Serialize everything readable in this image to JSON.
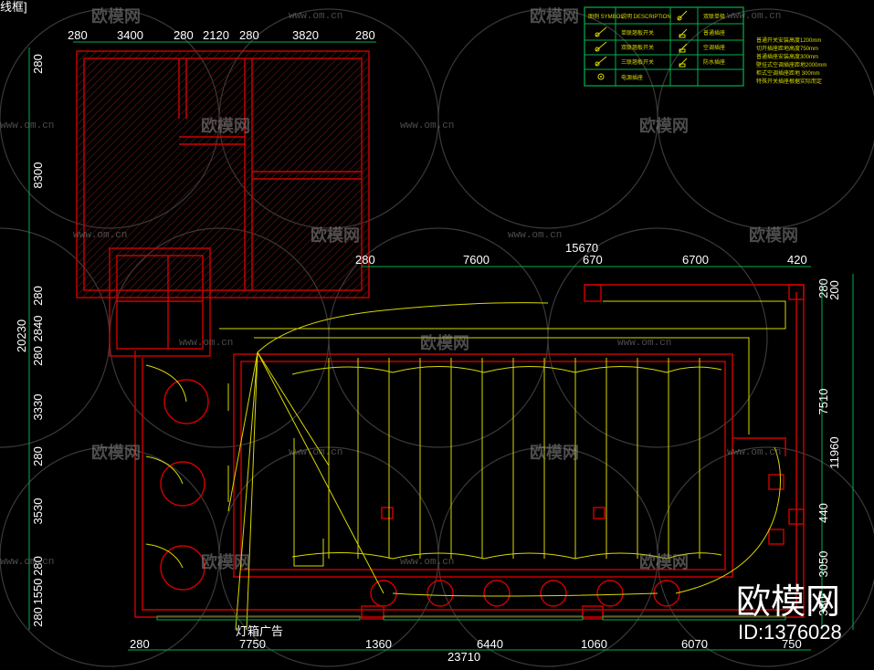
{
  "frame_label": "线框]",
  "dims_top_left": [
    "280",
    "3400",
    "280",
    "2120",
    "280",
    "3820",
    "280"
  ],
  "dims_right_upper": {
    "total": "15670",
    "parts": [
      "280",
      "7600",
      "670",
      "6700",
      "420"
    ]
  },
  "dims_left": {
    "total": "20230",
    "parts": [
      "280",
      "8300",
      "280",
      "2840",
      "280",
      "3330",
      "280",
      "3530",
      "280",
      "1550",
      "280"
    ]
  },
  "dims_right_side": {
    "total": "11960",
    "parts": [
      "280",
      "200",
      "7510",
      "440",
      "3050",
      "380"
    ]
  },
  "dims_bottom": {
    "total": "23710",
    "parts": [
      "280",
      "7750",
      "1360",
      "6440",
      "1060",
      "6070",
      "750"
    ]
  },
  "legend": {
    "header_symbol": "图例 SYMBOL",
    "header_desc": "说明 DESCRIPTION",
    "rows": [
      {
        "left": "单联翘板开关",
        "right": "双联单极"
      },
      {
        "left": "双联翘板开关",
        "right": "普通插座"
      },
      {
        "left": "三联翘板开关",
        "right": "空调插座"
      },
      {
        "left": "电源插座",
        "right": "防水插座"
      }
    ]
  },
  "notes": [
    "普通开关安装高度1200mm",
    "切开插座距地高度750mm",
    "普通插座安装高度300mm",
    "壁挂式空调插座距地2000mm",
    "柜式空调插座距地 300mm",
    "特殊开关插座根据实际而定"
  ],
  "label_lightbox": "灯箱广告",
  "watermark_brand": "欧模网",
  "watermark_url": "www.om.cn",
  "brand_big": "欧模网",
  "brand_id": "ID:1376028"
}
